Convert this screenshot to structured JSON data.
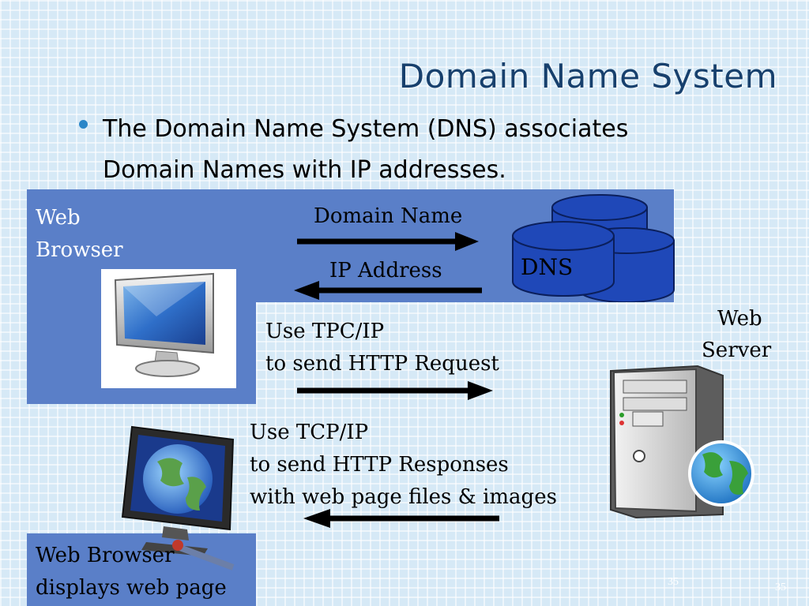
{
  "slide": {
    "title": "Domain Name System",
    "bullet": "The Domain Name System (DNS) associates Domain Names with IP addresses.",
    "page_number_left": "35",
    "page_number_right": "35"
  },
  "labels": {
    "web_browser_top_line1": "Web",
    "web_browser_top_line2": "Browser",
    "domain_name": "Domain Name",
    "ip_address": "IP Address",
    "dns": "DNS",
    "web_server_line1": "Web",
    "web_server_line2": "Server",
    "request_line1": "Use TPC/IP",
    "request_line2": "to send HTTP Request",
    "response_line1": "Use TCP/IP",
    "response_line2": "to send HTTP Responses",
    "response_line3": "with web page files & images",
    "web_browser_bottom_line1": "Web Browser",
    "web_browser_bottom_line2": "displays web page"
  },
  "colors": {
    "background": "#d6e9f6",
    "panel": "#5a7fc8",
    "title": "#17406d",
    "database": "#1f48b8",
    "arrow": "#000000"
  },
  "icons": {
    "monitor_top": "monitor-icon",
    "monitor_globe": "globe-monitor-icon",
    "database": "database-cylinders-icon",
    "server": "server-tower-icon"
  }
}
